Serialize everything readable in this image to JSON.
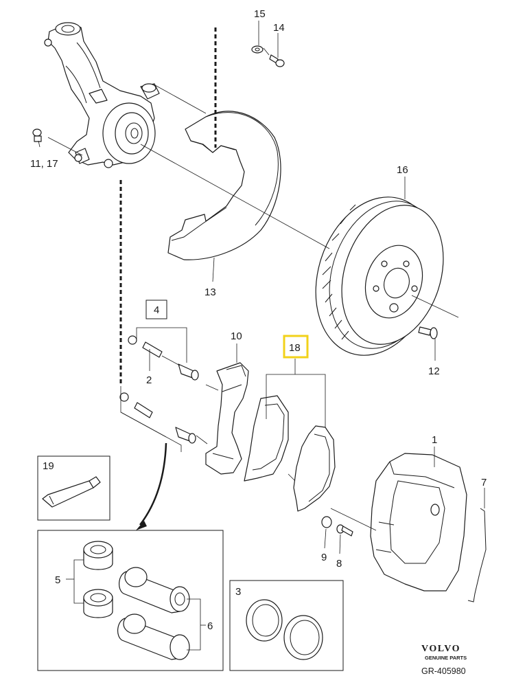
{
  "callouts": [
    {
      "id": "c1",
      "label": "1"
    },
    {
      "id": "c2",
      "label": "2"
    },
    {
      "id": "c3",
      "label": "3"
    },
    {
      "id": "c4",
      "label": "4"
    },
    {
      "id": "c5",
      "label": "5"
    },
    {
      "id": "c6",
      "label": "6"
    },
    {
      "id": "c7",
      "label": "7"
    },
    {
      "id": "c8",
      "label": "8"
    },
    {
      "id": "c9",
      "label": "9"
    },
    {
      "id": "c10",
      "label": "10"
    },
    {
      "id": "c11_17",
      "label": "11, 17"
    },
    {
      "id": "c12",
      "label": "12"
    },
    {
      "id": "c13",
      "label": "13"
    },
    {
      "id": "c14",
      "label": "14"
    },
    {
      "id": "c15",
      "label": "15"
    },
    {
      "id": "c16",
      "label": "16"
    },
    {
      "id": "c18",
      "label": "18",
      "highlighted": true
    },
    {
      "id": "c19",
      "label": "19"
    }
  ],
  "brand": {
    "logo_text": "VOLVO",
    "subtitle": "GENUINE PARTS",
    "reference": "GR-405980"
  },
  "colors": {
    "line": "#1a1a1a",
    "highlight": "#f2d21a",
    "background": "#ffffff"
  }
}
